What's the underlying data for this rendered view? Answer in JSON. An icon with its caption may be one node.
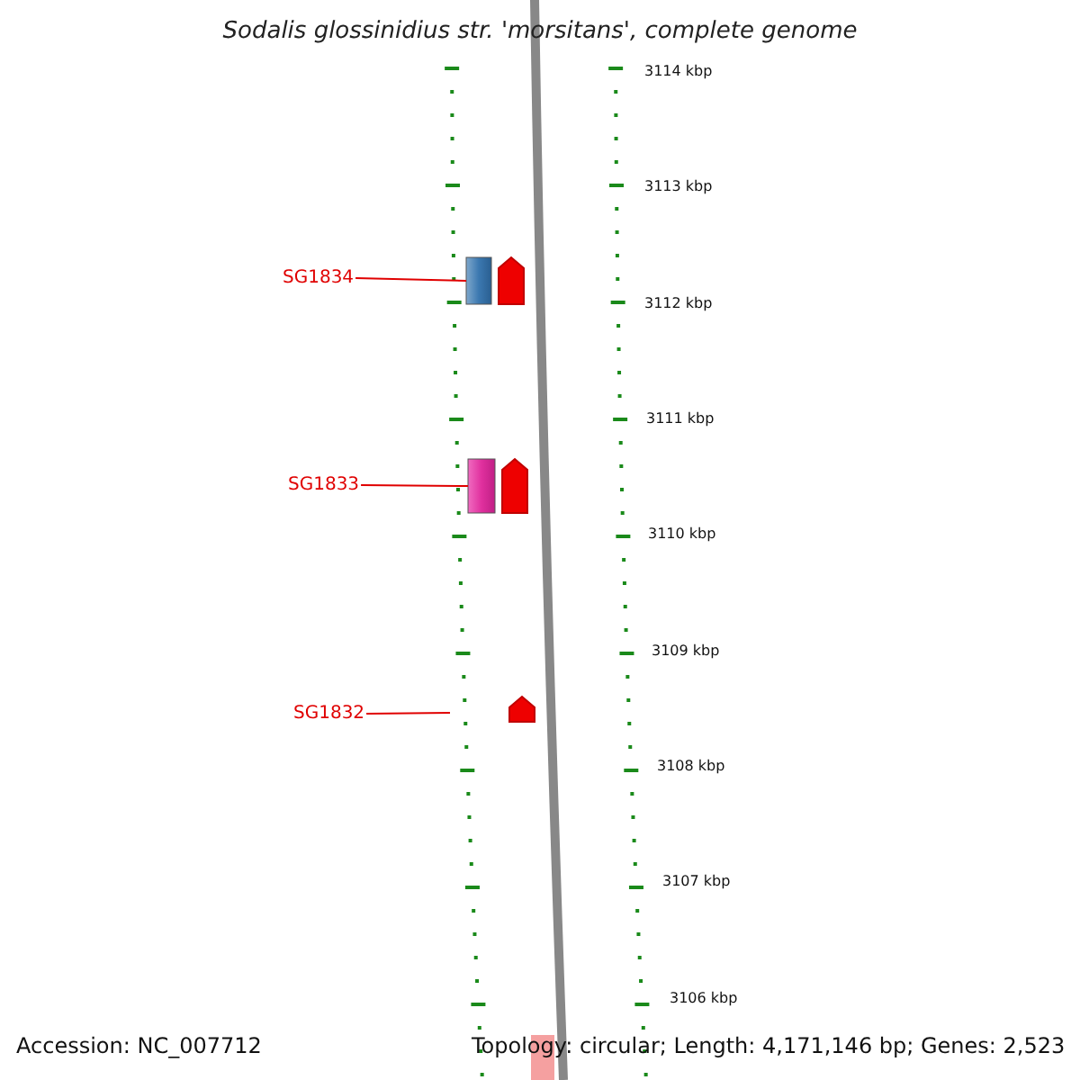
{
  "diagram": {
    "title": "Sodalis glossinidius str. 'morsitans', complete genome",
    "nodes": [
      {
        "text": [
          "SG1834"
        ]
      },
      {
        "text": [],
        "shape": "bar"
      },
      {
        "text": [
          "SG1833"
        ]
      },
      {
        "text": [],
        "shape": "bar"
      },
      {
        "text": [
          "SG1832"
        ]
      }
    ],
    "edges": [
      {
        "from": 0,
        "to": 1,
        "arrow": "none"
      },
      {
        "from": 2,
        "to": 3,
        "arrow": "none"
      },
      {
        "from": 4,
        "to": null,
        "arrow": "none"
      }
    ],
    "labels": [
      "3114 kbp",
      "3113 kbp",
      "3112 kbp",
      "3111 kbp",
      "3110 kbp",
      "3109 kbp",
      "3108 kbp",
      "3107 kbp",
      "3106 kbp",
      "Accession: NC_007712",
      "Topology: circular; Length: 4,171,146 bp; Genes: 2,523"
    ]
  }
}
